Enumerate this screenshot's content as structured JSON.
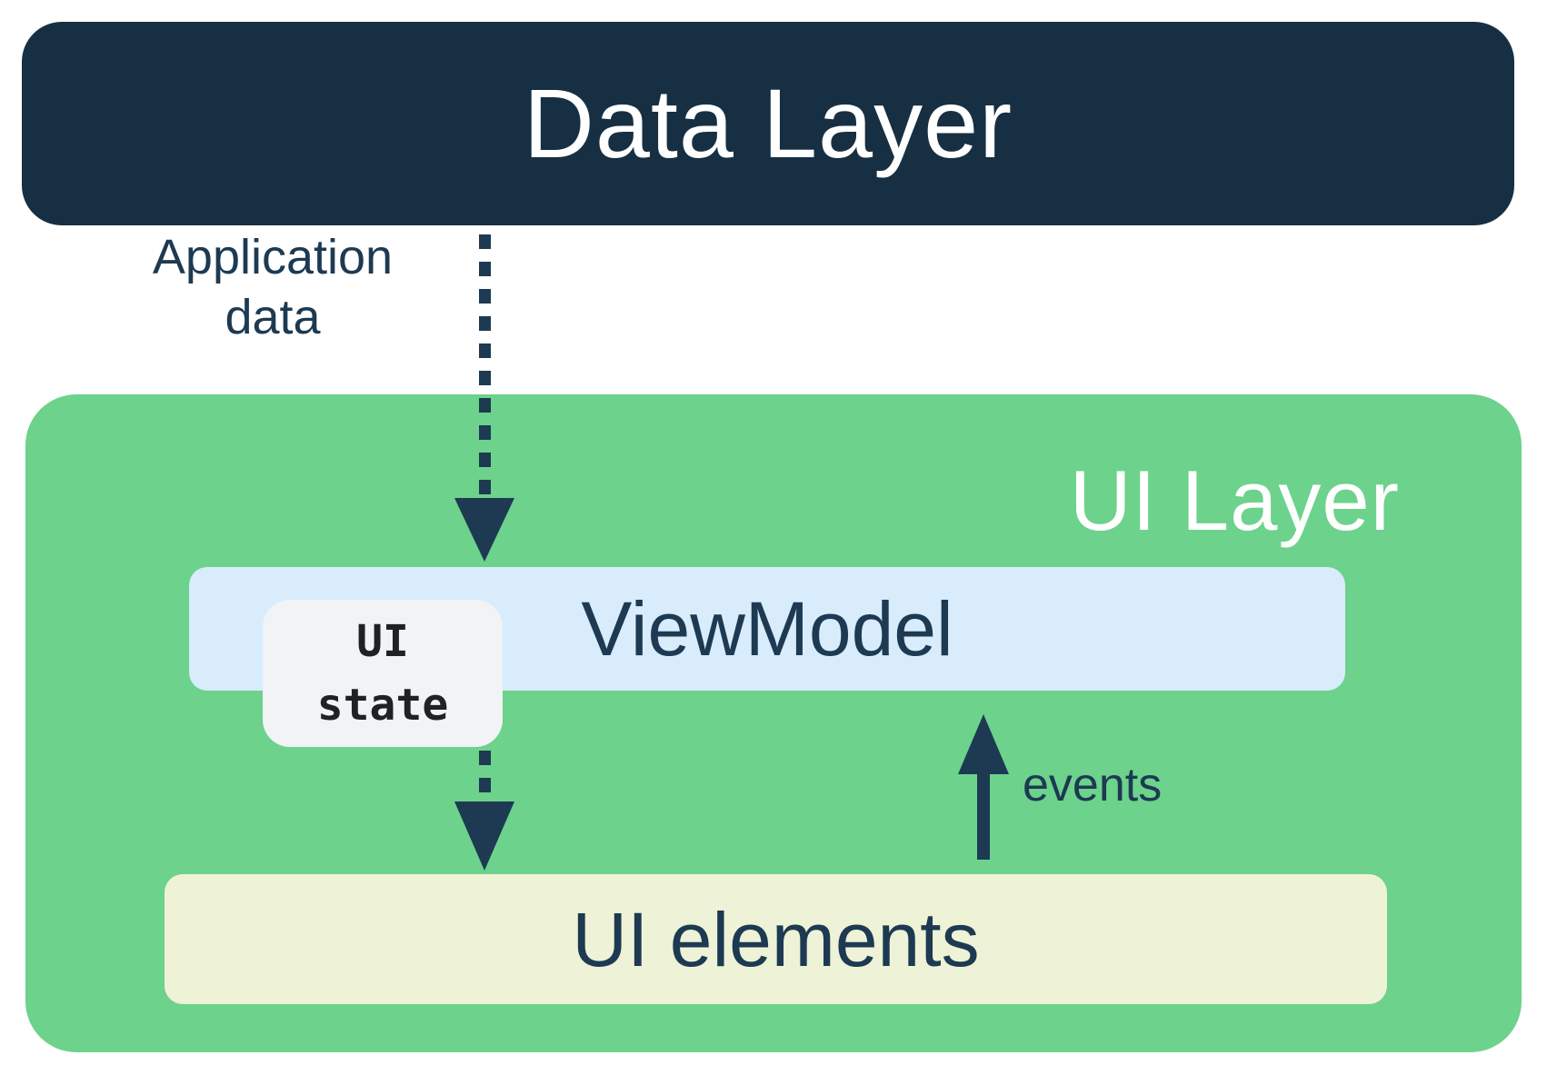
{
  "diagram": {
    "data_layer": {
      "label": "Data Layer"
    },
    "ui_layer": {
      "label": "UI Layer"
    },
    "viewmodel": {
      "label": "ViewModel"
    },
    "ui_state": {
      "line1": "UI",
      "line2": "state"
    },
    "ui_elements": {
      "label": "UI elements"
    },
    "arrows": {
      "application_data": {
        "label_line1": "Application",
        "label_line2": "data",
        "style": "dotted",
        "direction": "down"
      },
      "events": {
        "label": "events",
        "style": "solid",
        "direction": "up"
      }
    },
    "colors": {
      "dark_navy_box": "#172f42",
      "navy_text": "#1d3a52",
      "green_layer": "#6dd28c",
      "light_blue_bar": "#d8ecfc",
      "cream_bar": "#eef2d6",
      "ui_state_bg": "#f1f3f4",
      "ui_state_text": "#202124",
      "white_text": "#ffffff",
      "background": "#ffffff"
    }
  }
}
